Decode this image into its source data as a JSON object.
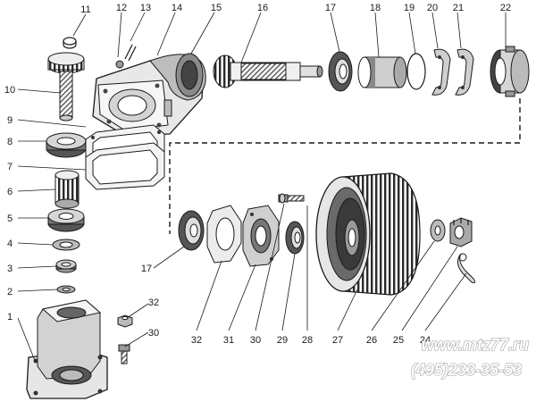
{
  "diagram": {
    "watermark_site": "www.mtz77.ru",
    "watermark_phone": "(495)233-35-53",
    "callouts": [
      {
        "id": "11",
        "text": "11"
      },
      {
        "id": "12",
        "text": "12"
      },
      {
        "id": "13",
        "text": "13"
      },
      {
        "id": "14",
        "text": "14"
      },
      {
        "id": "15",
        "text": "15"
      },
      {
        "id": "16",
        "text": "16"
      },
      {
        "id": "17a",
        "text": "17"
      },
      {
        "id": "18",
        "text": "18"
      },
      {
        "id": "19",
        "text": "19"
      },
      {
        "id": "20",
        "text": "20"
      },
      {
        "id": "21",
        "text": "21"
      },
      {
        "id": "22",
        "text": "22"
      },
      {
        "id": "10",
        "text": "10"
      },
      {
        "id": "9",
        "text": "9"
      },
      {
        "id": "8",
        "text": "8"
      },
      {
        "id": "7",
        "text": "7"
      },
      {
        "id": "6",
        "text": "6"
      },
      {
        "id": "5",
        "text": "5"
      },
      {
        "id": "4",
        "text": "4"
      },
      {
        "id": "3",
        "text": "3"
      },
      {
        "id": "2",
        "text": "2"
      },
      {
        "id": "1",
        "text": "1"
      },
      {
        "id": "17b",
        "text": "17"
      },
      {
        "id": "32a",
        "text": "32"
      },
      {
        "id": "30a",
        "text": "30"
      },
      {
        "id": "32b",
        "text": "32"
      },
      {
        "id": "31",
        "text": "31"
      },
      {
        "id": "30b",
        "text": "30"
      },
      {
        "id": "29",
        "text": "29"
      },
      {
        "id": "28",
        "text": "28"
      },
      {
        "id": "27",
        "text": "27"
      },
      {
        "id": "26",
        "text": "26"
      },
      {
        "id": "25",
        "text": "25"
      },
      {
        "id": "24",
        "text": "24"
      }
    ]
  }
}
